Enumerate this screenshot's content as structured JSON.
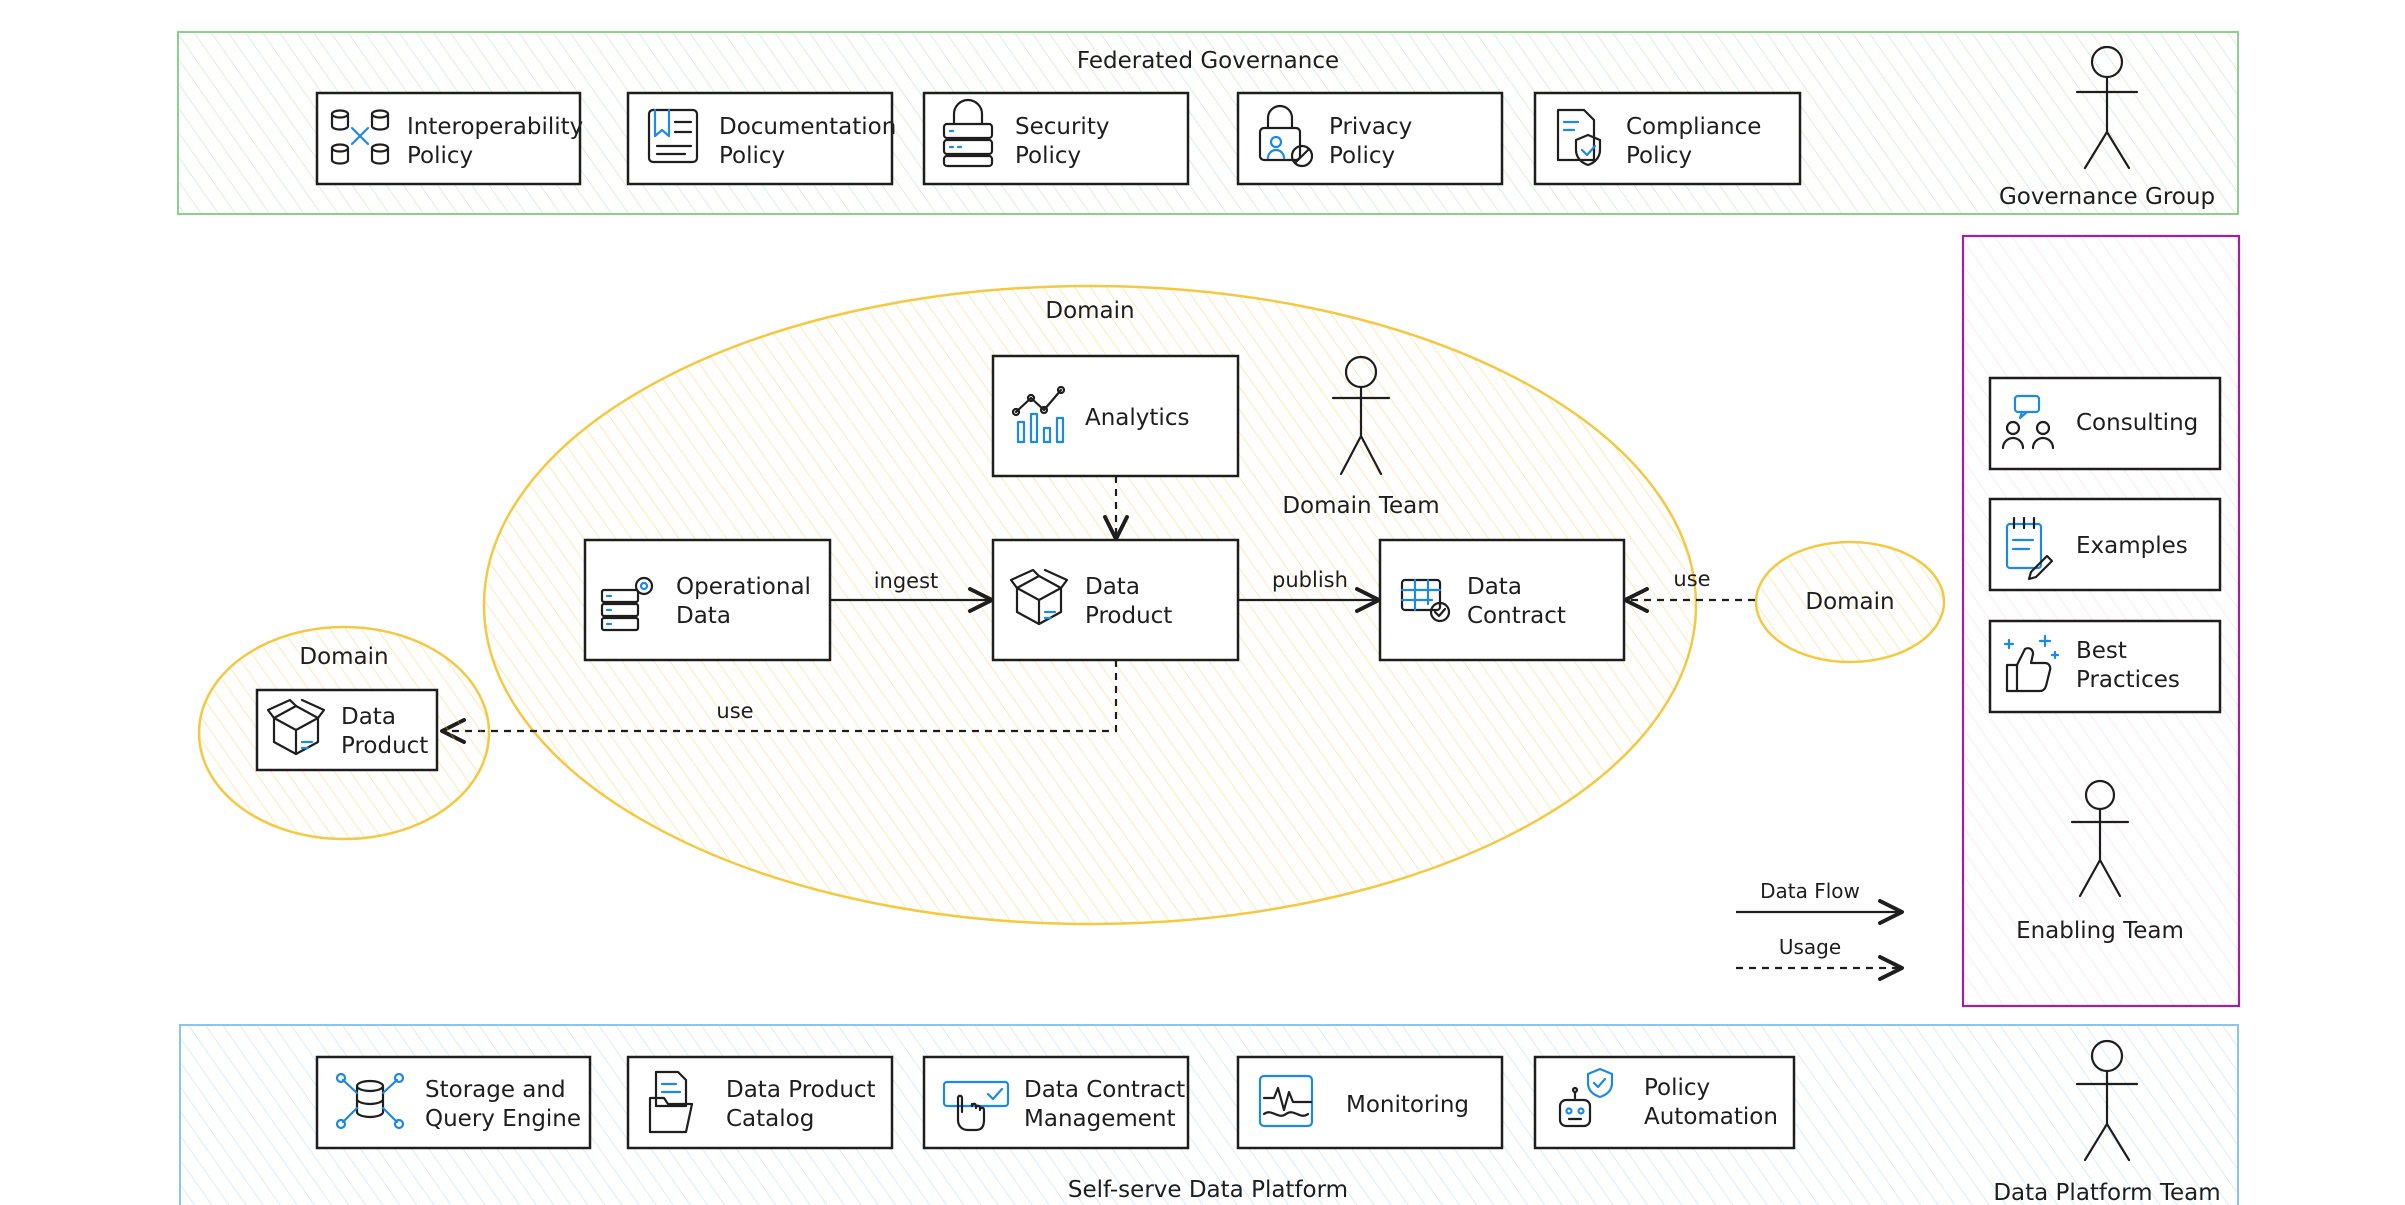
{
  "colors": {
    "governance": "#8bd18b",
    "domain": "#f5c842",
    "platform": "#8cc4f0",
    "enabling": "#a21fa2",
    "ink": "#1e1e1e",
    "icon_accent": "#1e88e5"
  },
  "governance": {
    "title": "Federated Governance",
    "actor": "Governance Group",
    "policies": [
      {
        "line1": "Interoperability",
        "line2": "Policy",
        "icon": "database-network-icon"
      },
      {
        "line1": "Documentation",
        "line2": "Policy",
        "icon": "document-icon"
      },
      {
        "line1": "Security",
        "line2": "Policy",
        "icon": "lock-server-icon"
      },
      {
        "line1": "Privacy",
        "line2": "Policy",
        "icon": "privacy-lock-icon"
      },
      {
        "line1": "Compliance",
        "line2": "Policy",
        "icon": "compliance-shield-icon"
      }
    ]
  },
  "domain_main": {
    "title": "Domain",
    "team": "Domain Team",
    "analytics": "Analytics",
    "operational": {
      "line1": "Operational",
      "line2": "Data"
    },
    "product": {
      "line1": "Data",
      "line2": "Product"
    },
    "contract": {
      "line1": "Data",
      "line2": "Contract"
    },
    "edge_ingest": "ingest",
    "edge_publish": "publish",
    "edge_use_left": "use"
  },
  "domain_left": {
    "title": "Domain",
    "product": {
      "line1": "Data",
      "line2": "Product"
    }
  },
  "domain_right": {
    "title": "Domain",
    "edge_use": "use"
  },
  "enabling": {
    "actor": "Enabling Team",
    "items": [
      {
        "line1": "Consulting",
        "line2": "",
        "icon": "consulting-icon"
      },
      {
        "line1": "Examples",
        "line2": "",
        "icon": "notepad-icon"
      },
      {
        "line1": "Best",
        "line2": "Practices",
        "icon": "thumbs-up-icon"
      }
    ]
  },
  "legend": {
    "data_flow": "Data Flow",
    "usage": "Usage"
  },
  "platform": {
    "title": "Self-serve Data Platform",
    "actor": "Data Platform Team",
    "services": [
      {
        "line1": "Storage and",
        "line2": "Query Engine",
        "icon": "database-icon"
      },
      {
        "line1": "Data Product",
        "line2": "Catalog",
        "icon": "catalog-icon"
      },
      {
        "line1": "Data Contract",
        "line2": "Management",
        "icon": "contract-management-icon"
      },
      {
        "line1": "Monitoring",
        "line2": "",
        "icon": "monitoring-icon"
      },
      {
        "line1": "Policy",
        "line2": "Automation",
        "icon": "policy-robot-icon"
      }
    ]
  }
}
